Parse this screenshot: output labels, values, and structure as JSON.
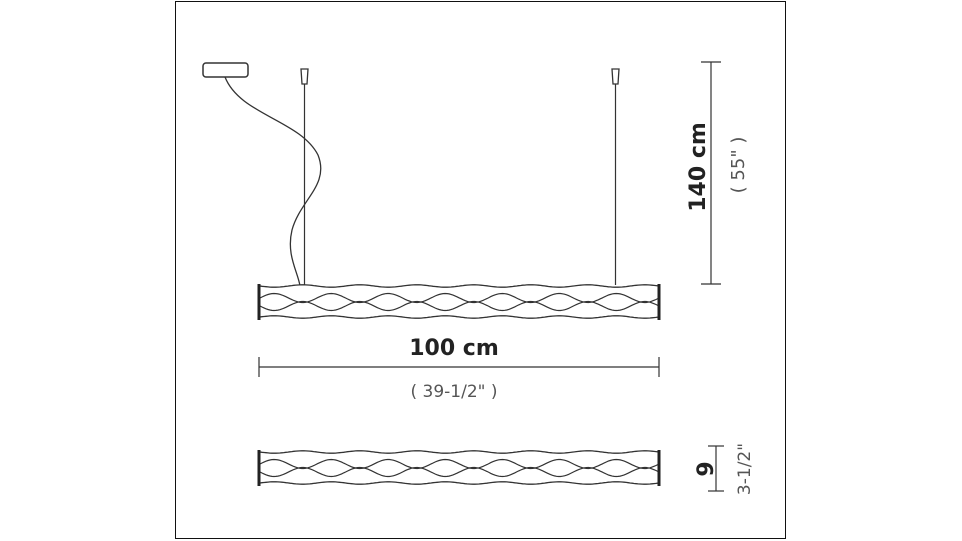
{
  "dimensions": {
    "length_metric": "100 cm",
    "length_imperial": "( 39-1/2\" )",
    "height_metric": "140 cm",
    "height_imperial": "( 55\" )",
    "depth_metric": "9",
    "depth_imperial": "3-1/2\""
  },
  "colors": {
    "line": "#222222",
    "text_bold": "#222222",
    "text_light": "#555555"
  }
}
